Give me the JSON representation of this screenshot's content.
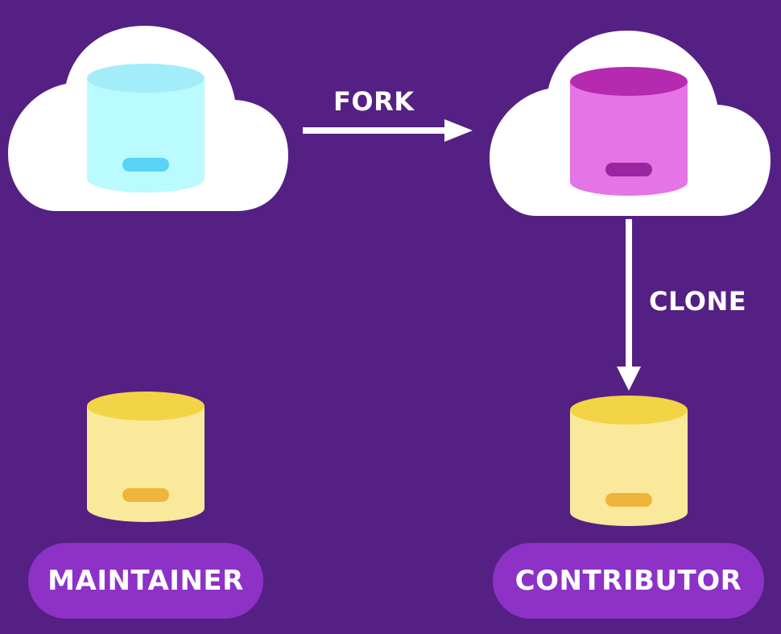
{
  "colors": {
    "background": "#552083",
    "cloud": "#ffffff",
    "arrow": "#ffffff",
    "pill": "#8d31c7",
    "upstream_repo": {
      "top": "#a3ecfa",
      "body": "#b9fbff",
      "slot": "#58d3f7"
    },
    "fork_repo": {
      "top": "#b52ab1",
      "body": "#e574e6",
      "slot": "#9a25a0"
    },
    "local_repo": {
      "top": "#f2d446",
      "body": "#fae99b",
      "slot": "#efb53b"
    }
  },
  "nodes": {
    "upstream_cloud": {
      "icon": "cloud-icon",
      "repo_icon": "database-icon"
    },
    "fork_cloud": {
      "icon": "cloud-icon",
      "repo_icon": "database-icon"
    },
    "maintainer_repo": {
      "icon": "database-icon"
    },
    "contributor_repo": {
      "icon": "database-icon"
    }
  },
  "edges": {
    "fork": {
      "label": "FORK",
      "from": "upstream_cloud",
      "to": "fork_cloud"
    },
    "clone": {
      "label": "CLONE",
      "from": "fork_cloud",
      "to": "contributor_repo"
    }
  },
  "roles": {
    "maintainer": "MAINTAINER",
    "contributor": "CONTRIBUTOR"
  }
}
